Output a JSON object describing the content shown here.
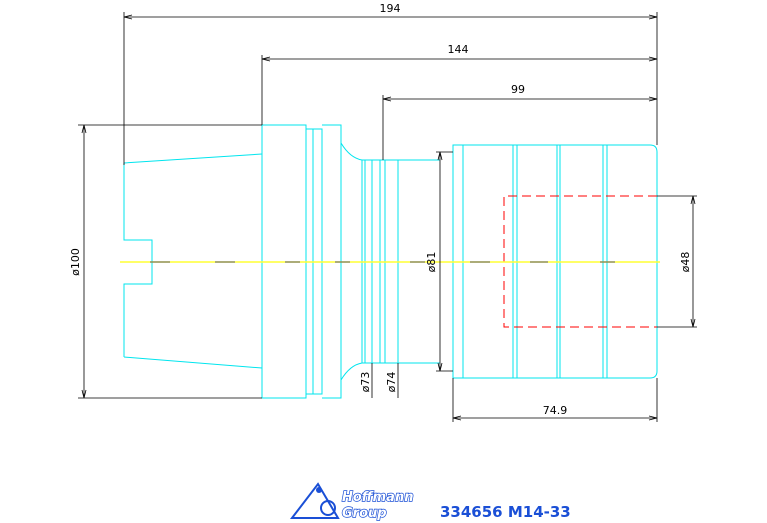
{
  "dimensions": {
    "len_194": "194",
    "len_144": "144",
    "len_99": "99",
    "len_74_9": "74.9",
    "dia_100": "ø100",
    "dia_81": "ø81",
    "dia_73": "ø73",
    "dia_74": "ø74",
    "dia_48": "ø48"
  },
  "brand": {
    "line1": "Hoffmann",
    "line2": "Group"
  },
  "part_number": "334656 M14-33",
  "colors": {
    "outline": "#00e5ee",
    "dimension": "#000000",
    "centerline": "#ffff33",
    "hidden": "#ff0000",
    "brand": "#1a4fd6"
  }
}
